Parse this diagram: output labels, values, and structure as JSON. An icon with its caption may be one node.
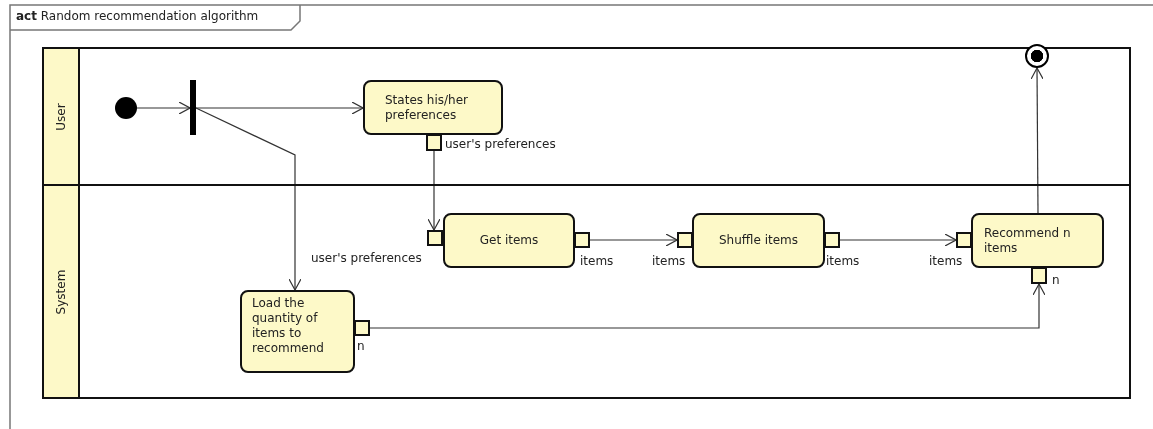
{
  "diagram": {
    "title": "**act** Random recommendation algorithm",
    "nodes": [
      {
        "text": [
          "User"
        ]
      },
      {
        "text": [
          "System"
        ]
      },
      {
        "text": [],
        "shape": "circle",
        "in": 0
      },
      {
        "text": [],
        "shape": "bar",
        "in": 0
      },
      {
        "text": [
          "States his/her preferences"
        ],
        "in": 0
      },
      {
        "text": [],
        "shape": "box",
        "beside": [
          "user's preferences"
        ],
        "in": 0
      },
      {
        "text": [],
        "shape": "bullseye",
        "in": 0
      },
      {
        "text": [],
        "shape": "box",
        "beside": [
          "user's preferences"
        ],
        "in": 1
      },
      {
        "text": [
          "Get items"
        ],
        "in": 1
      },
      {
        "text": [],
        "shape": "box",
        "beside": [
          "items"
        ],
        "in": 1
      },
      {
        "text": [],
        "shape": "box",
        "beside": [
          "items"
        ],
        "in": 1
      },
      {
        "text": [
          "Shuffle items"
        ],
        "in": 1
      },
      {
        "text": [],
        "shape": "box",
        "beside": [
          "items"
        ],
        "in": 1
      },
      {
        "text": [],
        "shape": "box",
        "beside": [
          "items"
        ],
        "in": 1
      },
      {
        "text": [
          "Recommend n items"
        ],
        "in": 1
      },
      {
        "text": [],
        "shape": "box",
        "beside": [
          "n"
        ],
        "in": 1
      },
      {
        "text": [
          "Load the quantity of items to recommend"
        ],
        "in": 1
      },
      {
        "text": [],
        "shape": "box",
        "beside": [
          "n"
        ],
        "in": 1
      }
    ],
    "edges": [
      {
        "from": 2,
        "to": 3,
        "arrow": "to"
      },
      {
        "from": 3,
        "to": 4,
        "arrow": "to"
      },
      {
        "from": 3,
        "to": 16,
        "arrow": "to"
      },
      {
        "from": 5,
        "to": 7,
        "arrow": "to"
      },
      {
        "from": 9,
        "to": 10,
        "arrow": "to"
      },
      {
        "from": 12,
        "to": 13,
        "arrow": "to"
      },
      {
        "from": 17,
        "to": 15,
        "arrow": "to"
      },
      {
        "from": 14,
        "to": 6,
        "arrow": "to"
      }
    ]
  }
}
